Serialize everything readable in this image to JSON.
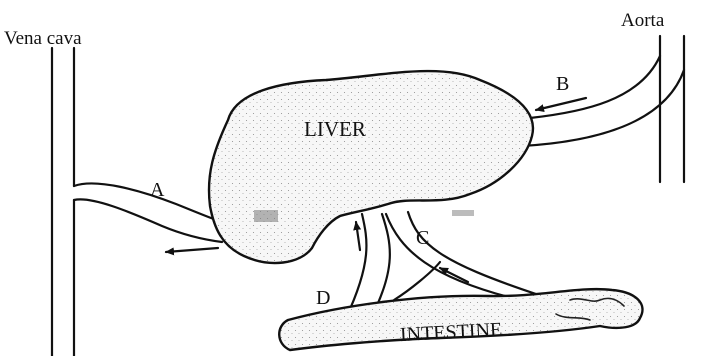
{
  "labels": {
    "vena_cava": "Vena cava",
    "aorta": "Aorta",
    "liver": "LIVER",
    "intestine": "INTESTINE",
    "a": "A",
    "b": "B",
    "c": "C",
    "d": "D"
  },
  "arrows": {
    "a": "left",
    "b": "left",
    "c": "up-left",
    "d": "up"
  },
  "colors": {
    "ink": "#111111",
    "organ_fill": "#f5f5f5",
    "vessel_fill": "#ffffff"
  }
}
